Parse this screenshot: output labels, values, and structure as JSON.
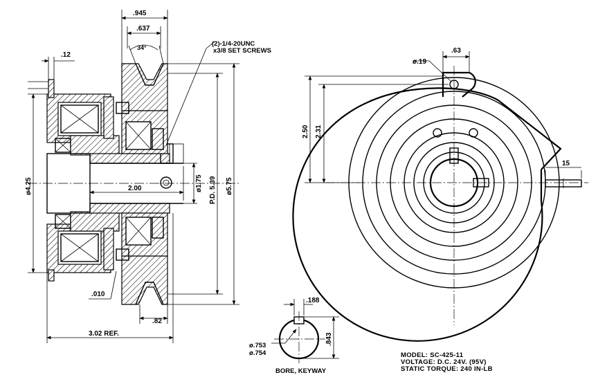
{
  "dimensions": {
    "face_width": ".945",
    "groove_width": ".637",
    "groove_angle": "34°",
    "flange_thickness": ".12",
    "set_screws_line1": "(2)-1/4-20UNC",
    "set_screws_line2": "x3/8 SET SCREWS",
    "outer_diameter_left": "ø4.25",
    "hub_length": "2.00",
    "hub_diameter": "ø1.75",
    "pitch_diameter": "P.D. 5.39",
    "pulley_diameter": "ø5.75",
    "air_gap": ".010",
    "pulley_offset": ".82",
    "overall_length": "3.02 REF.",
    "hole_diameter": "ø.19",
    "hole_offset": ".63",
    "tab_height_a": "2.50",
    "tab_height_b": "2.31",
    "lead_length": "15",
    "key_width": ".188",
    "bore_min": "ø.753",
    "bore_max": "ø.754",
    "key_depth": ".843",
    "bore_caption": "BORE, KEYWAY"
  },
  "notes": {
    "model": "MODEL: SC-425-11",
    "voltage": "VOLTAGE: D.C. 24V. (95V)",
    "torque": "STATIC TORQUE: 240 IN-LB"
  }
}
